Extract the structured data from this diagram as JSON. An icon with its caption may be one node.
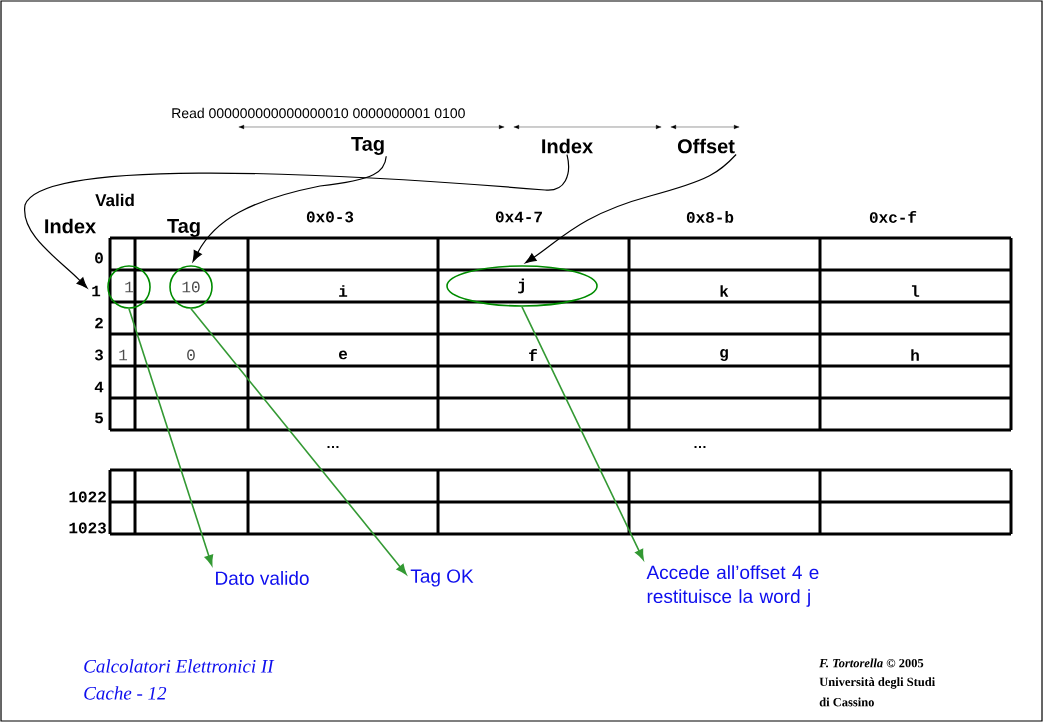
{
  "diagram": {
    "nodes": [
      {
        "text": [
          "Tag"
        ]
      },
      {
        "text": [
          "Index"
        ]
      },
      {
        "text": [
          "Offset"
        ]
      },
      {
        "text": [
          "1"
        ]
      },
      {
        "text": [
          "1"
        ]
      },
      {
        "text": [
          "10"
        ]
      },
      {
        "text": [
          "j"
        ]
      },
      {
        "text": [
          "Dato valido"
        ]
      },
      {
        "text": [
          "Tag OK"
        ]
      },
      {
        "text": [
          "Accede all’offset 4 e restituisce la word j"
        ]
      }
    ],
    "edges": [
      {
        "from": 0,
        "to": 5,
        "arrow": "to"
      },
      {
        "from": 1,
        "to": 3,
        "arrow": "to"
      },
      {
        "from": 2,
        "to": 6,
        "arrow": "to"
      },
      {
        "from": 4,
        "to": 7,
        "arrow": "to",
        "color": "#339933"
      },
      {
        "from": 5,
        "to": 8,
        "arrow": "to",
        "color": "#339933"
      },
      {
        "from": 6,
        "to": 9,
        "arrow": "to",
        "color": "#339933"
      }
    ],
    "labels": [
      "Read 000000000000000010 0000000001 0100",
      "Valid",
      "Index",
      "Tag",
      "0x0-3",
      "0x4-7",
      "0x8-b",
      "0xc-f",
      "0",
      "i",
      "k",
      "l",
      "2",
      "3",
      "1",
      "0",
      "e",
      "f",
      "g",
      "h",
      "4",
      "5",
      "…",
      "…",
      "1022",
      "1023",
      "Calcolatori Elettronici II",
      "Cache - 12",
      "*F. Tortorella* © 2005",
      "Università degli Studi",
      "di Cassino"
    ]
  }
}
